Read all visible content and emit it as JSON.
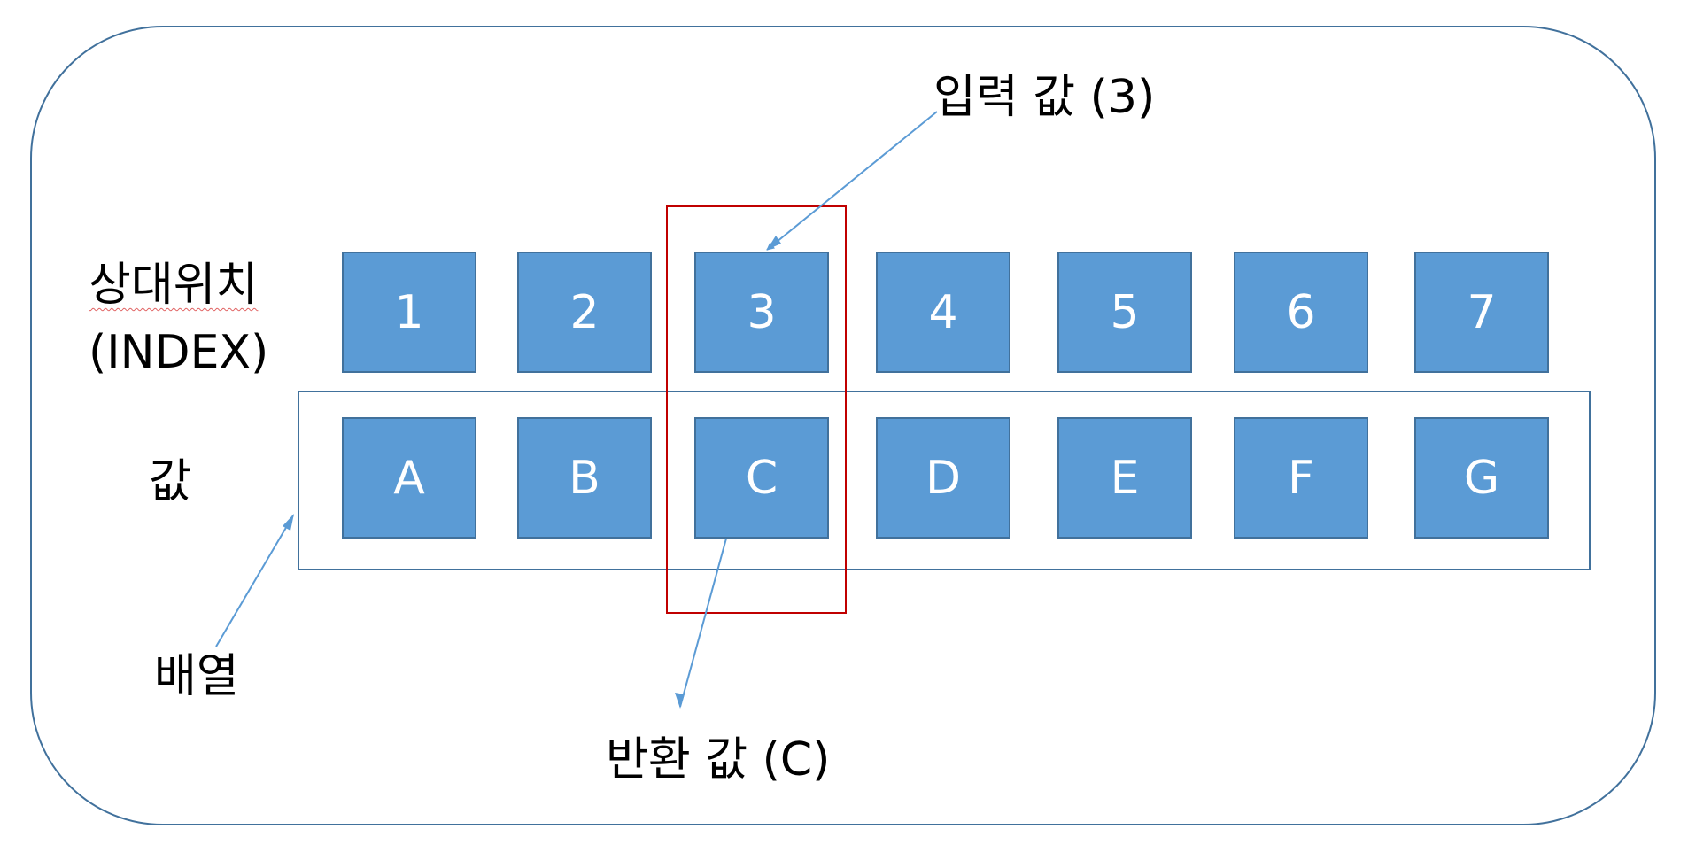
{
  "labels": {
    "index_korean": "상대위치",
    "index_english": "(INDEX)",
    "value": "값",
    "array": "배열",
    "input_value": "입력 값 (3)",
    "return_value": "반환 값 (C)"
  },
  "indices": [
    "1",
    "2",
    "3",
    "4",
    "5",
    "6",
    "7"
  ],
  "values": [
    "A",
    "B",
    "C",
    "D",
    "E",
    "F",
    "G"
  ],
  "selected_index": "3",
  "colors": {
    "cell_fill": "#5b9bd5",
    "cell_border": "#41719c",
    "frame_border": "#41719c",
    "highlight_border": "#c00000",
    "arrow": "#5b9bd5"
  }
}
